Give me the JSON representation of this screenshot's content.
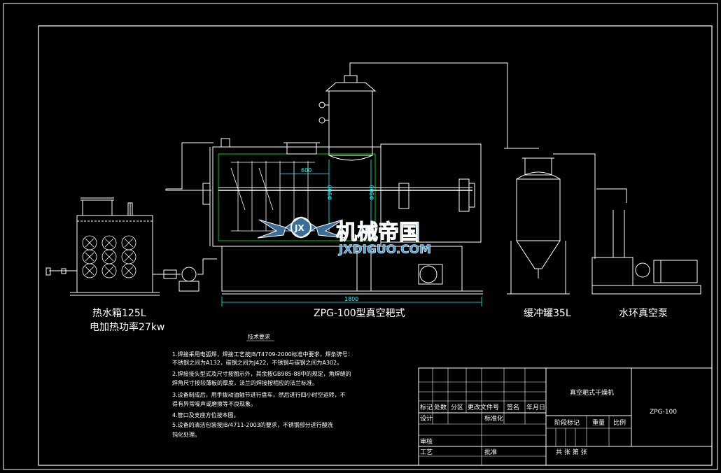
{
  "labels": {
    "hot_water_tank": "热水箱125L",
    "electric_heating": "电加热功率27kw",
    "dryer": "ZPG-100型真空耙式",
    "buffer_tank": "缓冲罐35L",
    "vacuum_pump": "水环真空泵"
  },
  "dimensions": {
    "d600": "600",
    "d900": "Φ900",
    "d1800": "1800"
  },
  "watermark": {
    "cn": "机械帝国",
    "en": "JXDIGUO.COM",
    "emblem": "JX"
  },
  "tech": {
    "title": "技术要求",
    "lines": [
      "1.焊接采用电弧焊，焊接工艺按JB/T4709-2000标准中要求，焊条牌号：",
      "   不锈钢之间为A132，碳钢之间为J422，不锈钢与碳钢之间为A302。",
      "2.焊接接头型式及尺寸按图示外，其余按GB985-88中的规定，角焊缝的",
      "   焊角尺寸按较薄板的厚度，法兰的焊接按相应的法兰标准。",
      "3.设备制成后，用手拨动油轴节进行盘车，然后进行四小时空运转，不",
      "   得有异常噪声或磨擦等不良现象。",
      "4.管口及支座方位按本图。",
      "5.设备的清洁包装按JB/4711-2003的要求，不锈钢部分进行酸洗",
      "   钝化处理。"
    ]
  },
  "title_block": {
    "drawing_name": "真空耙式干燥机",
    "drawing_no": "ZPG-100",
    "header_cells": [
      "标记",
      "处数",
      "分区",
      "更改文件号",
      "签名",
      "年月日"
    ],
    "design": "设计",
    "standardize": "标准化",
    "stage_mark": "阶段标记",
    "weight": "重量",
    "scale": "比例",
    "review": "审核",
    "process": "工艺",
    "approve": "批准",
    "sheets": "共   张  第   张"
  }
}
